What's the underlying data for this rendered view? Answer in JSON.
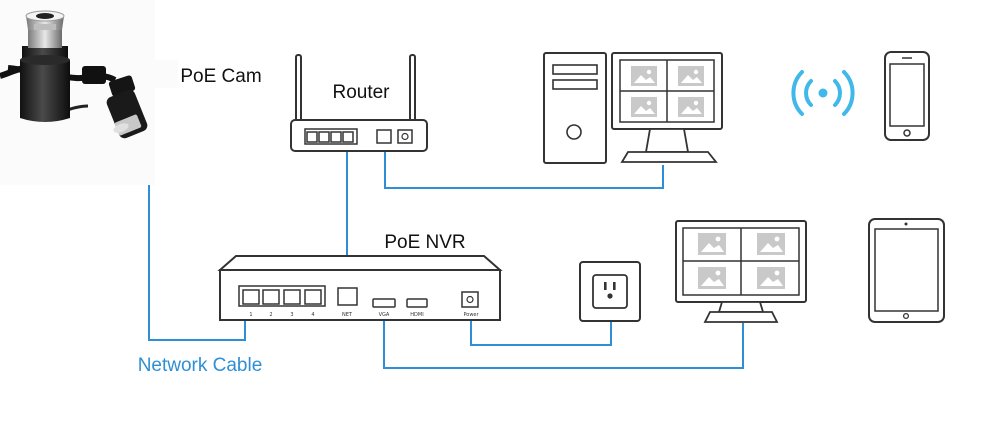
{
  "labels": {
    "poe_cam": "PoE Cam",
    "router": "Router",
    "poe_nvr": "PoE NVR",
    "network_cable": "Network Cable"
  },
  "nvr_ports": {
    "lan_1": "1",
    "lan_2": "2",
    "lan_3": "3",
    "lan_4": "4",
    "net": "NET",
    "vga": "VGA",
    "hdmi": "HDMI",
    "power": "Power"
  },
  "colors": {
    "cable": "#2e8fd6",
    "network_cable_label": "#2e8fd6",
    "wifi": "#40b8ea",
    "device_stroke": "#333333"
  },
  "icons": {
    "camera": "poe-camera-photo",
    "wifi": "wifi-signal-icon",
    "phone": "smartphone-icon",
    "tablet": "tablet-icon",
    "pc": "desktop-computer-icon",
    "outlet": "power-outlet-icon"
  }
}
